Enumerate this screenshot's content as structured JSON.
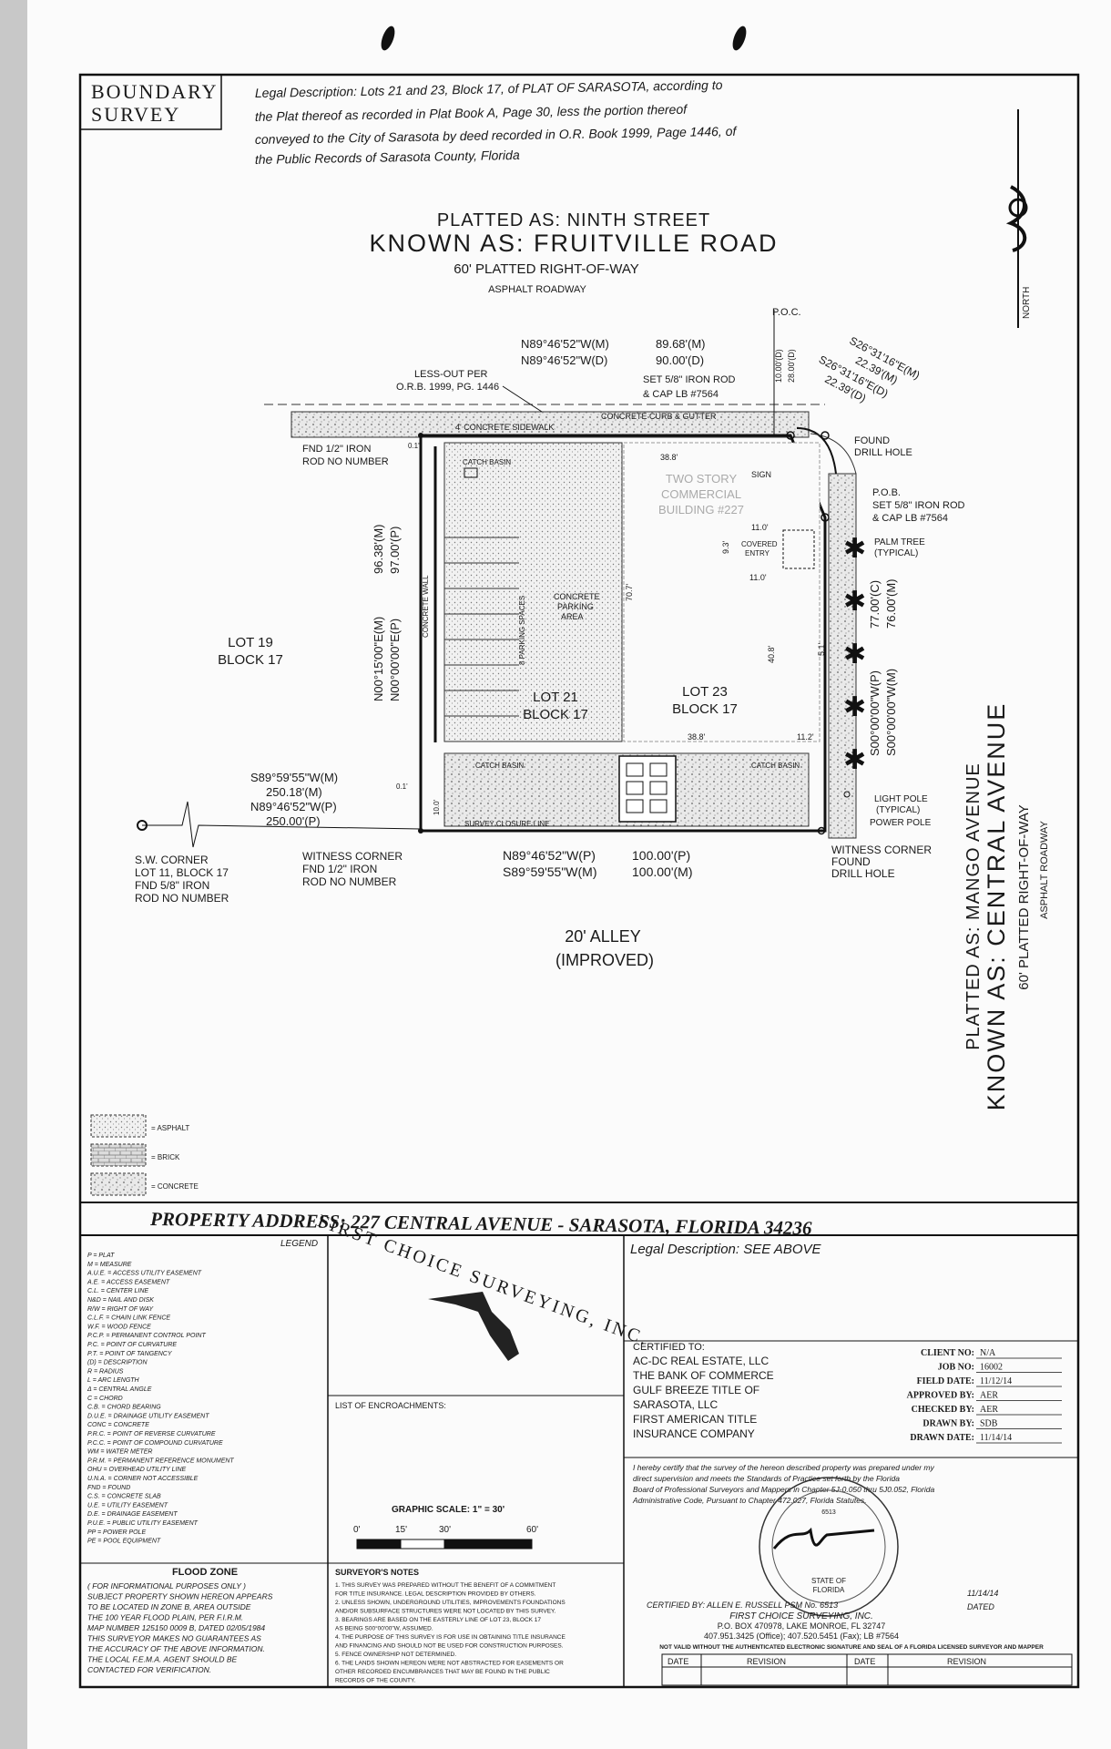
{
  "title_block": {
    "doc_type_line1": "BOUNDARY",
    "doc_type_line2": "SURVEY",
    "legal_description_lines": [
      "Legal Description: Lots 21 and 23, Block 17, of PLAT OF SARASOTA, according to",
      "the Plat thereof as recorded in Plat Book A, Page 30, less the portion thereof",
      "conveyed to the City of Sarasota by deed recorded in O.R. Book 1999, Page 1446, of",
      "the Public Records of Sarasota County, Florida"
    ]
  },
  "north_arrow": {
    "label": "NORTH"
  },
  "streets": {
    "north_platted": "PLATTED AS: NINTH STREET",
    "north_known": "KNOWN AS: FRUITVILLE ROAD",
    "north_row": "60' PLATTED RIGHT-OF-WAY",
    "north_surface": "ASPHALT ROADWAY",
    "east_platted": "PLATTED AS: MANGO AVENUE",
    "east_known": "KNOWN AS: CENTRAL AVENUE",
    "east_row": "60' PLATTED RIGHT-OF-WAY",
    "east_surface": "ASPHALT ROADWAY",
    "alley_line1": "20' ALLEY",
    "alley_line2": "(IMPROVED)"
  },
  "plan_labels": {
    "poc": "P.O.C.",
    "north_bearing_m": "N89°46'52\"W(M)",
    "north_dist_m": "89.68'(M)",
    "north_bearing_d": "N89°46'52\"W(D)",
    "north_dist_d": "90.00'(D)",
    "ne_bearing_1": "S26°31'16\"E(M)",
    "ne_dist_1": "22.39'(M)",
    "ne_bearing_2": "S26°31'16\"E(D)",
    "ne_dist_2": "22.39'(D)",
    "less_out_1": "LESS-OUT PER",
    "less_out_2": "O.R.B. 1999, PG. 1446",
    "set_rod_1": "SET 5/8\" IRON ROD",
    "set_rod_2": "& CAP LB #7564",
    "found_dh_1": "FOUND",
    "found_dh_2": "DRILL HOLE",
    "pob": "P.O.B.",
    "pob_rod_1": "SET 5/8\" IRON ROD",
    "pob_rod_2": "& CAP LB #7564",
    "fnd_iron_1": "FND 1/2\" IRON",
    "fnd_iron_2": "ROD NO NUMBER",
    "concrete_sidewalk": "4' CONCRETE SIDEWALK",
    "curb_gutter": "CONCRETE CURB & GUTTER",
    "catch_basin": "CATCH BASIN",
    "building_1": "TWO STORY",
    "building_2": "COMMERCIAL",
    "building_3": "BUILDING #227",
    "sign": "SIGN",
    "covered_entry_1": "COVERED",
    "covered_entry_2": "ENTRY",
    "parking_area_1": "CONCRETE",
    "parking_area_2": "PARKING",
    "parking_area_3": "AREA",
    "parking_spaces": "8 PARKING SPACES",
    "concrete_wall": "CONCRETE WALL",
    "lot19_1": "LOT 19",
    "lot19_2": "BLOCK 17",
    "lot21_1": "LOT 21",
    "lot21_2": "BLOCK 17",
    "lot23_1": "LOT 23",
    "lot23_2": "BLOCK 17",
    "west_bearing_m": "N00°15'00\"E(M)",
    "west_dist_m": "96.38'(M)",
    "west_bearing_p": "N00°00'00\"E(P)",
    "west_dist_p": "97.00'(P)",
    "east_bearing_p": "S00°00'00\"W(P)",
    "east_dist_p": "77.00'(C)",
    "east_bearing_m": "S00°00'00\"W(M)",
    "east_dist_m": "76.00'(M)",
    "palm_1": "PALM TREE",
    "palm_2": "(TYPICAL)",
    "light_1": "LIGHT POLE",
    "light_2": "(TYPICAL)",
    "power_pole": "POWER POLE",
    "sw_bearing_m": "S89°59'55\"W(M)",
    "sw_dist_m": "250.18'(M)",
    "sw_bearing_p": "N89°46'52\"W(P)",
    "sw_dist_p": "250.00'(P)",
    "sw_corner_1": "S.W. CORNER",
    "sw_corner_2": "LOT 11, BLOCK 17",
    "sw_corner_3": "FND 5/8\" IRON",
    "sw_corner_4": "ROD NO NUMBER",
    "witness_w_1": "WITNESS CORNER",
    "witness_w_2": "FND 1/2\" IRON",
    "witness_w_3": "ROD NO NUMBER",
    "south_bearing_p": "N89°46'52\"W(P)",
    "south_dist_p": "100.00'(P)",
    "south_bearing_m": "S89°59'55\"W(M)",
    "south_dist_m": "100.00'(M)",
    "witness_e_1": "WITNESS CORNER",
    "witness_e_2": "FOUND",
    "witness_e_3": "DRILL HOLE",
    "closure_line": "SURVEY CLOSURE LINE",
    "dim_38_8_top": "38.8'",
    "dim_38_8_bot": "38.8'",
    "dim_11_0a": "11.0'",
    "dim_11_0b": "11.0'",
    "dim_11_2": "11.2'",
    "dim_70_7": "70.7'",
    "dim_40_8": "40.8'",
    "dim_10_0": "10.0'",
    "dim_0_1a": "0.1'",
    "dim_0_1b": "0.1'",
    "dim_n10": "10.00'(D)",
    "dim_n28": "28.00'(D)",
    "dim_9_3": "9.3'",
    "dim_5_1": "5.1'"
  },
  "material_legend": [
    {
      "label": "= ASPHALT"
    },
    {
      "label": "= BRICK"
    },
    {
      "label": "= CONCRETE"
    }
  ],
  "property_address": "PROPERTY ADDRESS: 227 CENTRAL AVENUE - SARASOTA, FLORIDA 34236",
  "legend": {
    "heading": "LEGEND",
    "items": [
      "P    = PLAT",
      "M    = MEASURE",
      "A.U.E. = ACCESS UTILITY EASEMENT",
      "A.E. = ACCESS EASEMENT",
      "C.L. = CENTER LINE",
      "N&D = NAIL AND DISK",
      "R/W = RIGHT OF WAY",
      "C.L.F. = CHAIN LINK FENCE",
      "W.F. = WOOD FENCE",
      "P.C.P. = PERMANENT CONTROL POINT",
      "P.C. = POINT OF CURVATURE",
      "P.T. = POINT OF TANGENCY",
      "(D) = DESCRIPTION",
      "R = RADIUS",
      "L = ARC LENGTH",
      "Δ = CENTRAL ANGLE",
      "C = CHORD",
      "C.B. = CHORD BEARING",
      "D.U.E. = DRAINAGE UTILITY EASEMENT",
      "CONC = CONCRETE",
      "P.R.C. = POINT OF REVERSE CURVATURE",
      "P.C.C. = POINT OF COMPOUND CURVATURE",
      "WM = WATER METER",
      "P.R.M. = PERMANENT REFERENCE MONUMENT",
      "OHU = OVERHEAD UTILITY LINE",
      "U.N.A. = CORNER NOT ACCESSIBLE",
      "FND = FOUND",
      "C.S. = CONCRETE SLAB",
      "U.E. = UTILITY EASEMENT",
      "D.E. = DRAINAGE EASEMENT",
      "P.U.E. = PUBLIC UTILITY EASEMENT",
      "PP = POWER POLE",
      "PE = POOL EQUIPMENT"
    ]
  },
  "company_logo_text": "FIRST CHOICE SURVEYING, INC.",
  "list_of_encroachments": "LIST OF ENCROACHMENTS:",
  "graphic_scale": {
    "title": "GRAPHIC SCALE: 1\" = 30'",
    "ticks": [
      "0'",
      "15'",
      "30'",
      "60'"
    ]
  },
  "flood_zone": {
    "title": "FLOOD ZONE",
    "lines": [
      "( FOR INFORMATIONAL PURPOSES ONLY )",
      "SUBJECT PROPERTY SHOWN HEREON APPEARS",
      "TO BE LOCATED IN ZONE B, AREA OUTSIDE",
      "THE 100 YEAR FLOOD PLAIN, PER F.I.R.M.",
      "MAP NUMBER 125150 0009 B, DATED 02/05/1984",
      "THIS SURVEYOR MAKES NO GUARANTEES AS",
      "THE ACCURACY OF THE ABOVE INFORMATION.",
      "THE LOCAL F.E.M.A. AGENT SHOULD BE",
      "CONTACTED FOR VERIFICATION."
    ]
  },
  "surveyor_notes": {
    "title": "SURVEYOR'S NOTES",
    "lines": [
      "1. THIS SURVEY WAS PREPARED WITHOUT THE BENEFIT OF A COMMITMENT",
      "FOR TITLE INSURANCE. LEGAL DESCRIPTION PROVIDED BY OTHERS.",
      "2. UNLESS SHOWN, UNDERGROUND UTILITIES, IMPROVEMENTS FOUNDATIONS",
      "AND/OR SUBSURFACE STRUCTURES WERE NOT LOCATED BY THIS SURVEY.",
      "3. BEARINGS ARE BASED ON THE EASTERLY LINE OF LOT 23, BLOCK 17",
      "AS BEING S00°00'00\"W, ASSUMED.",
      "4. THE PURPOSE OF THIS SURVEY IS FOR USE IN OBTAINING TITLE INSURANCE",
      "AND FINANCING AND SHOULD NOT BE USED FOR CONSTRUCTION PURPOSES.",
      "5. FENCE OWNERSHIP NOT DETERMINED.",
      "6. THE LANDS SHOWN HEREON WERE NOT ABSTRACTED FOR EASEMENTS OR",
      "OTHER RECORDED ENCUMBRANCES THAT MAY BE FOUND IN THE PUBLIC",
      "RECORDS OF THE COUNTY."
    ]
  },
  "legal_see_above": "Legal Description: SEE ABOVE",
  "certified_to": {
    "title": "CERTIFIED TO:",
    "lines": [
      "AC-DC REAL ESTATE, LLC",
      "THE BANK OF COMMERCE",
      "GULF BREEZE TITLE OF",
      "SARASOTA, LLC",
      "FIRST AMERICAN TITLE",
      "INSURANCE COMPANY"
    ]
  },
  "job_info": [
    {
      "label": "CLIENT NO:",
      "value": "N/A"
    },
    {
      "label": "JOB NO:",
      "value": "16002"
    },
    {
      "label": "FIELD DATE:",
      "value": "11/12/14"
    },
    {
      "label": "APPROVED BY:",
      "value": "AER"
    },
    {
      "label": "CHECKED BY:",
      "value": "AER"
    },
    {
      "label": "DRAWN BY:",
      "value": "SDB"
    },
    {
      "label": "DRAWN DATE:",
      "value": "11/14/14"
    }
  ],
  "certification_lines": [
    "I hereby certify that the survey of the hereon described property was prepared under my",
    "direct supervision and meets the Standards of Practice set forth by the Florida",
    "Board of Professional Surveyors and Mappers in Chapter 5J-0.050 thru 5J0.052, Florida",
    "Administrative Code, Pursuant to Chapter 472.027, Florida Statutes."
  ],
  "seal_text": [
    "STATE OF",
    "FLORIDA",
    "6513"
  ],
  "signature_block": {
    "certified_by": "CERTIFIED BY: ALLEN E. RUSSELL   PSM No. 6513",
    "date_value": "11/14/14",
    "dated": "DATED",
    "company": "FIRST CHOICE SURVEYING, INC.",
    "po_box": "P.O. BOX 470978, LAKE MONROE, FL 32747",
    "phones": "407.951.3425 (Office); 407.520.5451 (Fax); LB #7564",
    "not_valid": "NOT VALID WITHOUT THE AUTHENTICATED ELECTRONIC SIGNATURE AND SEAL OF A FLORIDA LICENSED SURVEYOR AND MAPPER"
  },
  "revision_table": {
    "headers": [
      "DATE",
      "REVISION",
      "DATE",
      "REVISION"
    ]
  }
}
